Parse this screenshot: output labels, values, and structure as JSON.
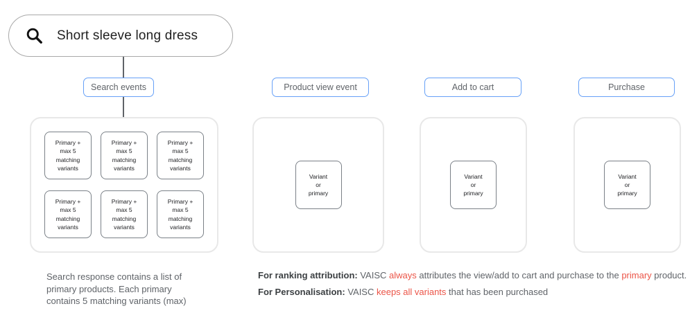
{
  "colors": {
    "accent_blue": "#66a0f7",
    "highlight_red": "#eb5447",
    "container_border_gray": "#e8e8e8",
    "card_border_gray": "#7a8087",
    "text_gray": "#5f6368"
  },
  "search_bar": {
    "query": "Short sleeve long dress",
    "icon": "search-icon"
  },
  "flow": {
    "search": {
      "label": "Search events",
      "cards": [
        "Primary +\nmax 5\nmatching\nvariants",
        "Primary +\nmax 5\nmatching\nvariants",
        "Primary +\nmax 5\nmatching\nvariants",
        "Primary +\nmax 5\nmatching\nvariants",
        "Primary +\nmax 5\nmatching\nvariants",
        "Primary +\nmax 5\nmatching\nvariants"
      ]
    },
    "product_view": {
      "label": "Product view event",
      "card": "Variant\nor\nprimary"
    },
    "add_to_cart": {
      "label": "Add to cart",
      "card": "Variant\nor\nprimary"
    },
    "purchase": {
      "label": "Purchase",
      "card": "Variant\nor\nprimary"
    }
  },
  "notes": {
    "search_note": "Search response contains a list of\nprimary products. Each primary\ncontains 5 matching variants (max)",
    "ranking": {
      "bold": "For ranking attribution:",
      "seg1": " VAISC ",
      "red1": "always",
      "seg2": " attributes the view/add to cart and purchase to the ",
      "red2": "primary",
      "seg3": " product."
    },
    "personalisation": {
      "bold": "For Personalisation:",
      "seg1": " VAISC ",
      "red1": "keeps all variants",
      "seg2": " that has been purchased"
    }
  }
}
